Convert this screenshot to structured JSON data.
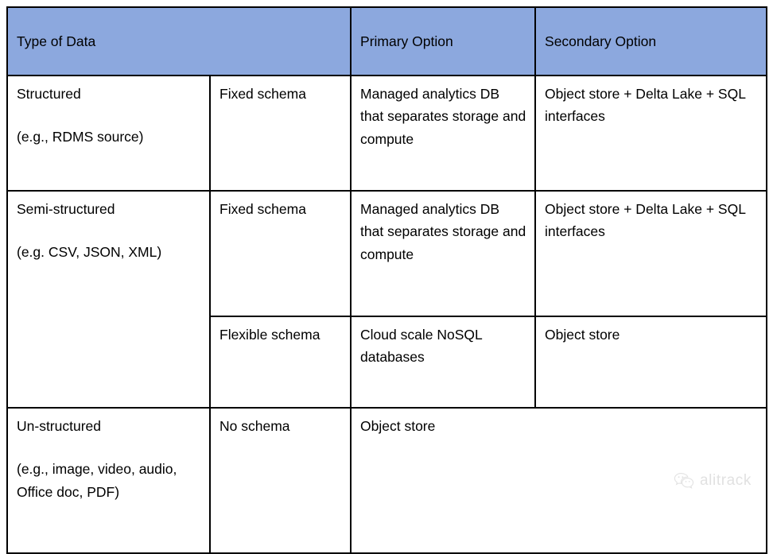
{
  "table": {
    "headers": [
      {
        "label": "Type of Data",
        "span": 2,
        "align": "center"
      },
      {
        "label": "Primary Option",
        "span": 1,
        "align": "left"
      },
      {
        "label": "Secondary Option",
        "span": 1,
        "align": "left"
      }
    ],
    "header_fill": "#8CA8DE",
    "border_color": "#000000",
    "rows": [
      {
        "type_line1": "Structured",
        "type_line2": "(e.g., RDMS source)",
        "schema": "Fixed schema",
        "primary": "Managed analytics DB that separates storage and compute",
        "secondary": "Object store + Delta Lake + SQL interfaces"
      },
      {
        "type_line1": "Semi-structured",
        "type_line2": "(e.g. CSV, JSON, XML)",
        "schema": "Fixed schema",
        "primary": "Managed analytics DB that separates storage and compute",
        "secondary": "Object store + Delta Lake + SQL interfaces"
      },
      {
        "schema": "Flexible schema",
        "primary": "Cloud scale NoSQL databases",
        "secondary": "Object store"
      },
      {
        "type_line1": "Un-structured",
        "type_line2": "(e.g., image, video, audio, Office doc, PDF)",
        "schema": "No schema",
        "merged": "Object store"
      }
    ]
  },
  "watermark": {
    "text": "alitrack",
    "icon": "wechat-icon",
    "color": "#b9b9b9"
  }
}
